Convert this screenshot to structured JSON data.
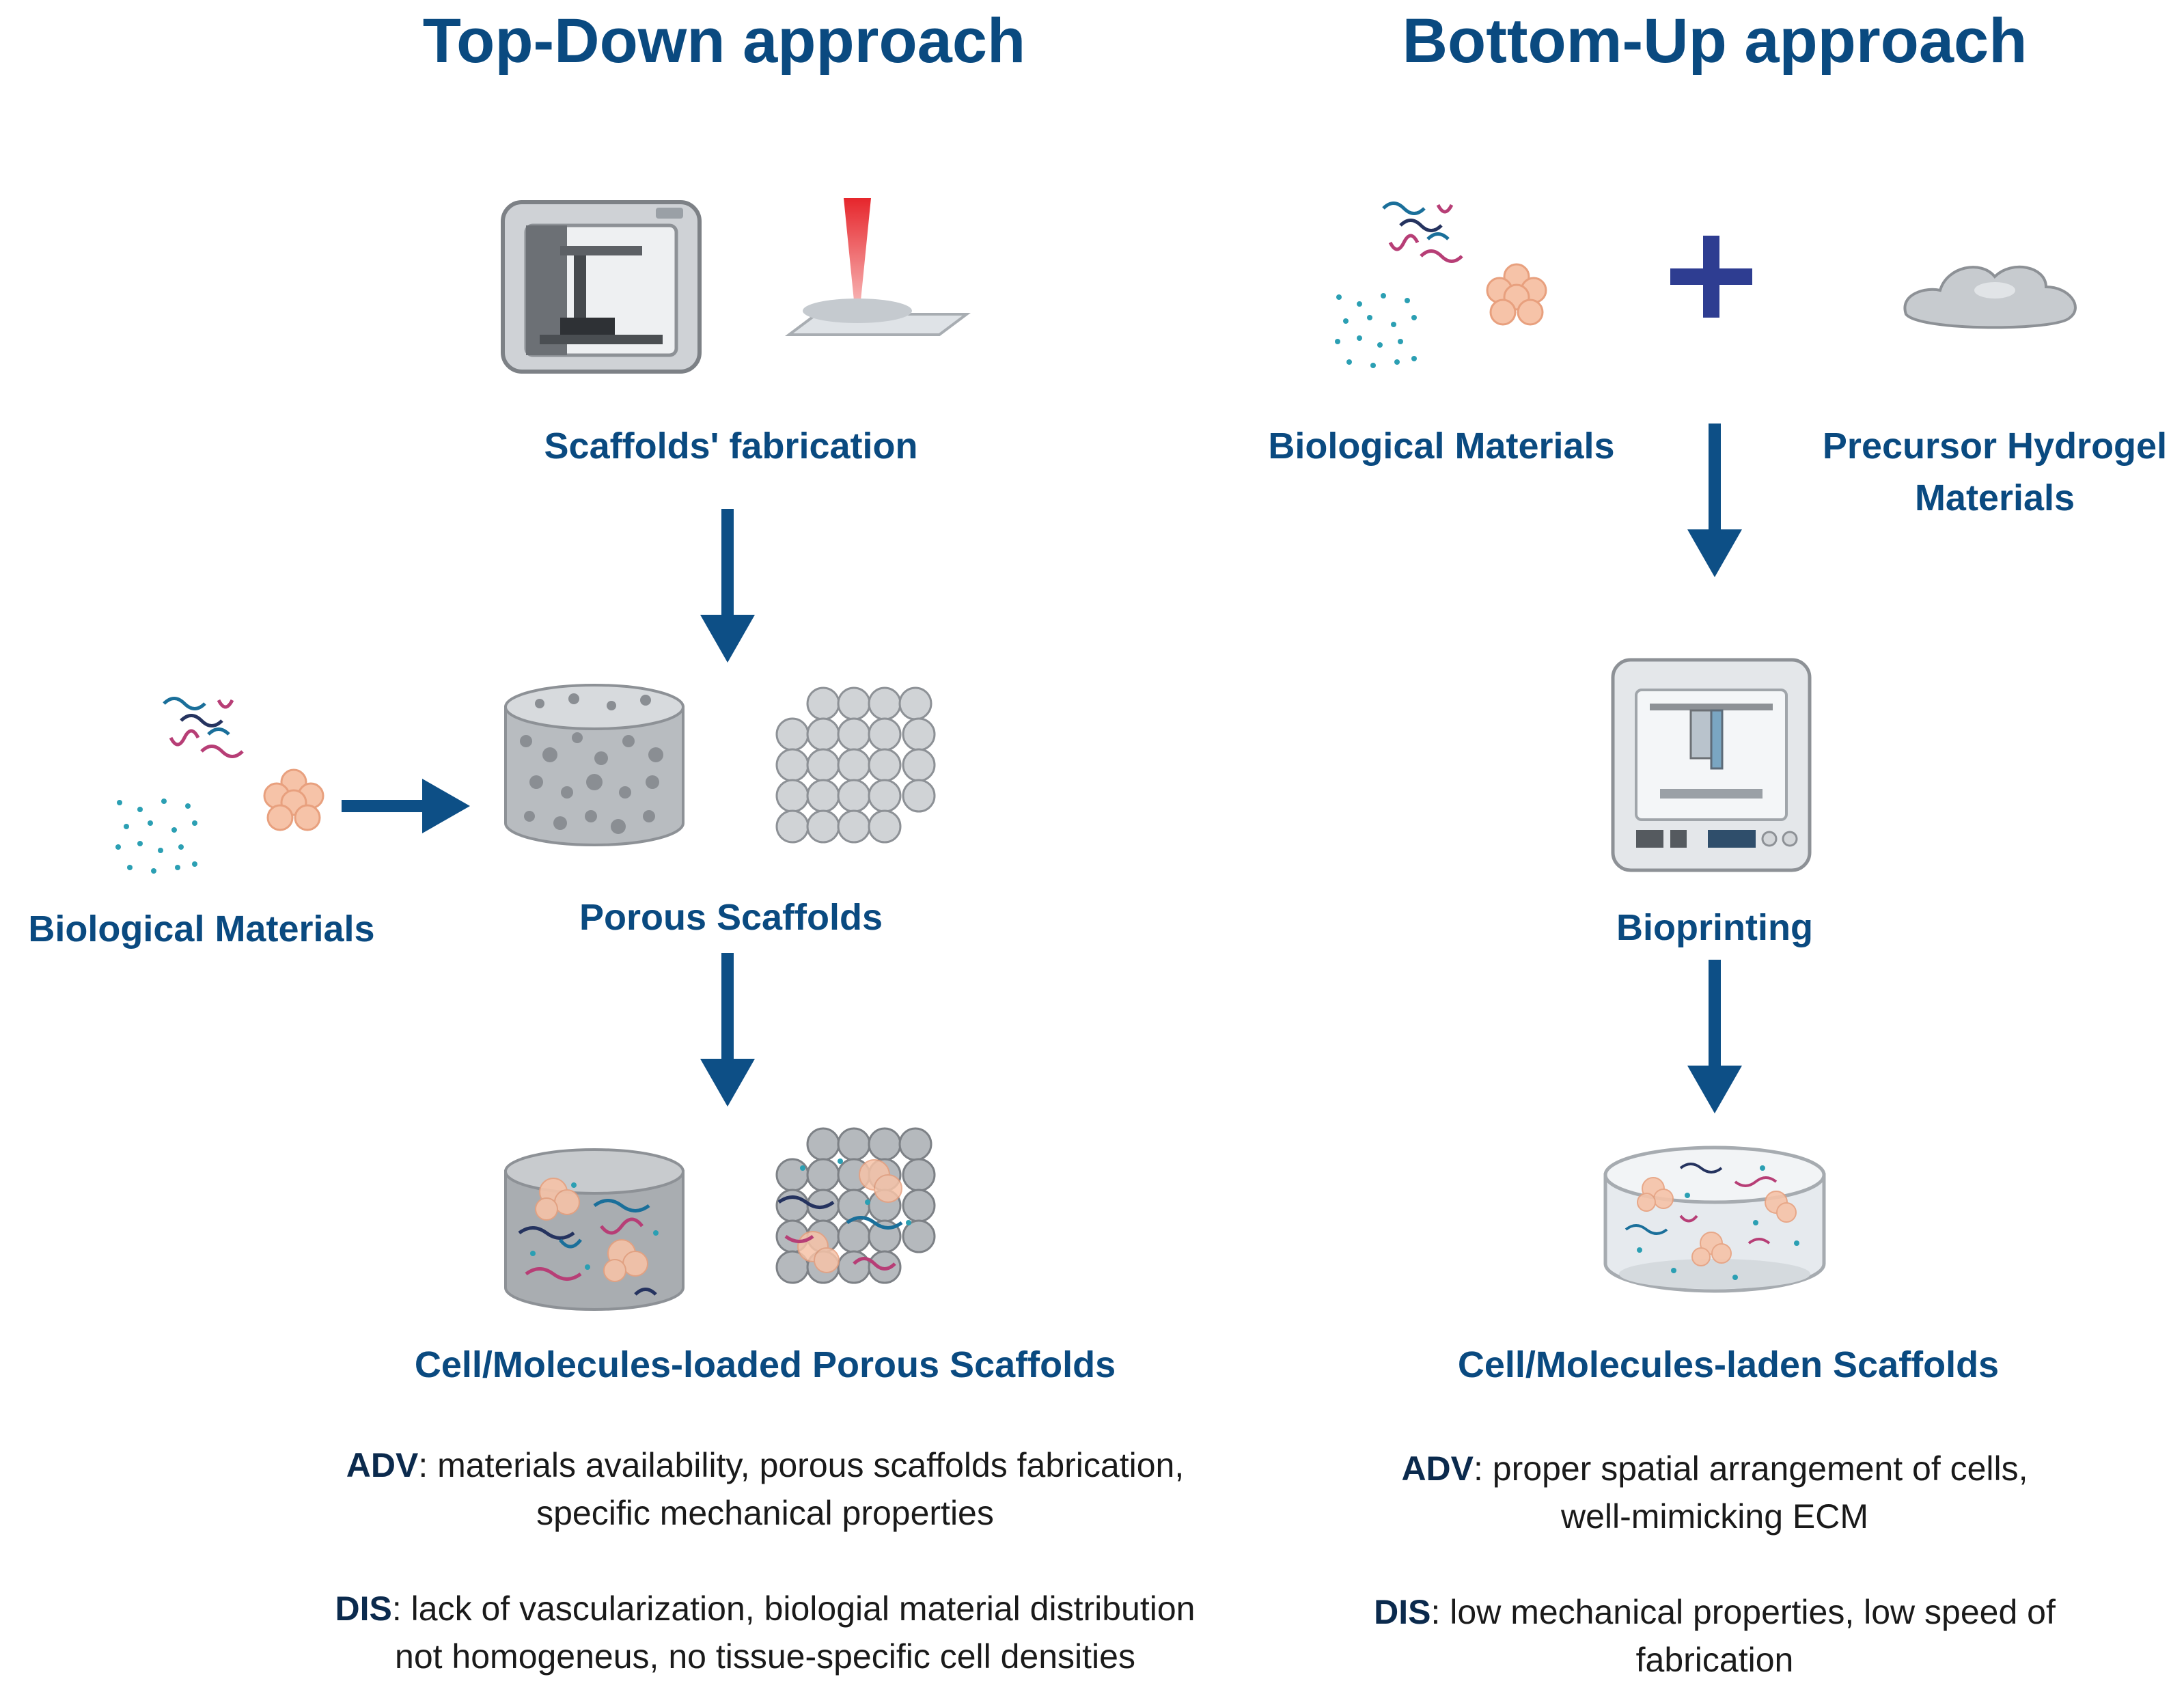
{
  "top_down": {
    "title": "Top-Down approach",
    "scaffolds_fabrication": "Scaffolds' fabrication",
    "biological_materials": "Biological Materials",
    "porous_scaffolds": "Porous Scaffolds",
    "loaded_scaffolds": "Cell/Molecules-loaded Porous Scaffolds",
    "adv_label": "ADV",
    "adv_text_line1": ": materials availability, porous scaffolds fabrication,",
    "adv_text_line2": "specific mechanical properties",
    "dis_label": "DIS",
    "dis_text_line1": ": lack of vascularization, biologial material distribution",
    "dis_text_line2": "not homogeneus, no tissue-specific cell densities"
  },
  "bottom_up": {
    "title": "Bottom-Up approach",
    "biological_materials": "Biological Materials",
    "precursor_line1": "Precursor Hydrogel",
    "precursor_line2": "Materials",
    "bioprinting": "Bioprinting",
    "laden_scaffolds": "Cell/Molecules-laden Scaffolds",
    "adv_label": "ADV",
    "adv_text_line1": ": proper spatial arrangement of cells,",
    "adv_text_line2": "well-mimicking ECM",
    "dis_label": "DIS",
    "dis_text_line1": ": low mechanical properties, low speed of",
    "dis_text_line2": "fabrication"
  },
  "colors": {
    "title": "#0a4a80",
    "arrow": "#0d4f86",
    "plus": "#2e3d91",
    "text": "#1a1a1a"
  }
}
